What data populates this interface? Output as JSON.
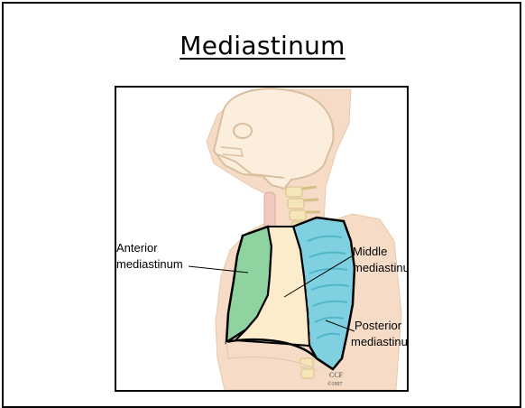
{
  "slide": {
    "title": "Mediastinum"
  },
  "figure": {
    "labels": {
      "anterior_line1": "Anterior",
      "anterior_line2": "mediastinum",
      "middle_line1": "Middle",
      "middle_line2": "mediastinum",
      "posterior_line1": "Posterior",
      "posterior_line2": "mediastinum"
    },
    "credit": {
      "line1": "CCF",
      "line2": "©1997"
    },
    "colors": {
      "anterior": "#8fd3a0",
      "middle": "#fbeccc",
      "posterior": "#7fd0e0",
      "skin": "#f6dcc6",
      "bone": "#f5e6b8",
      "outline": "#000000"
    }
  }
}
